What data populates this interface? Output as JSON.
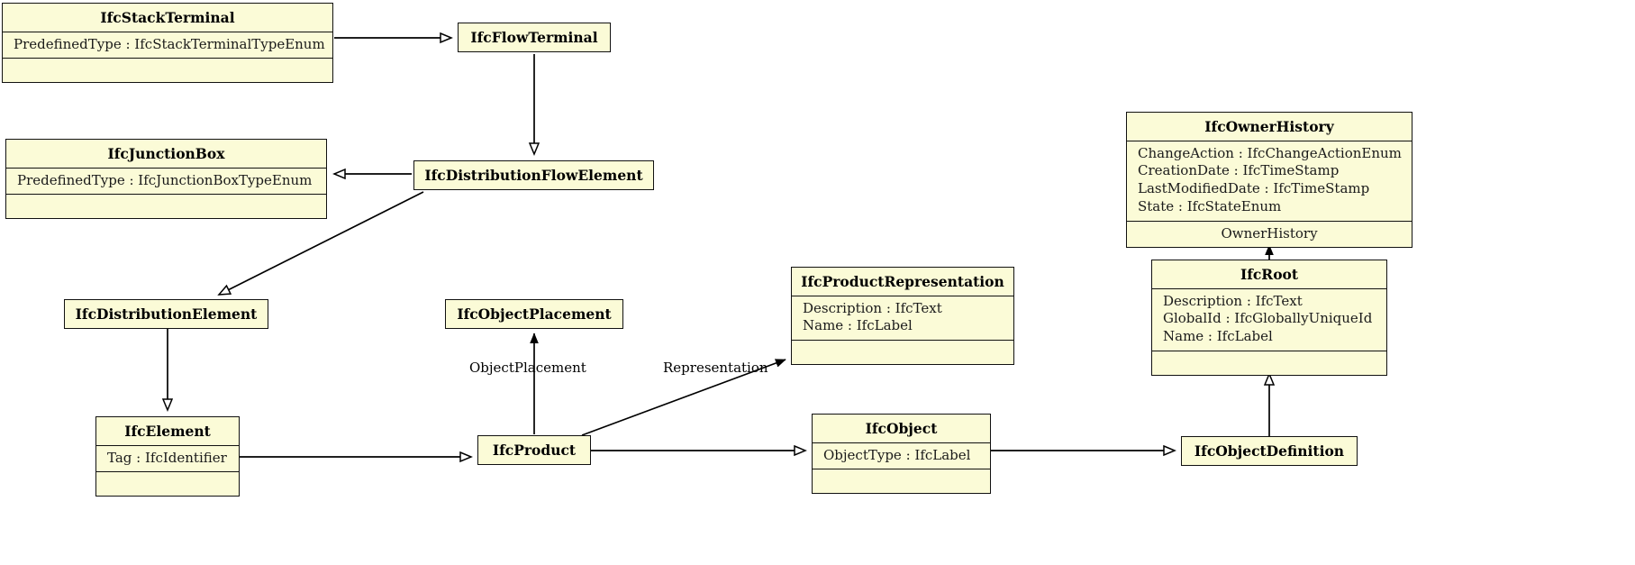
{
  "diagram": {
    "title": "IFC Distribution Element UML class diagram",
    "type": "uml-class-diagram",
    "colors": {
      "class_fill": "#FBFBD7",
      "class_border": "#111111",
      "edge": "#000000",
      "background": "#FFFFFF"
    }
  },
  "classes": [
    {
      "id": "IfcStackTerminal",
      "name": "IfcStackTerminal",
      "attributes": [
        "PredefinedType : IfcStackTerminalTypeEnum"
      ],
      "has_empty_compartment": true
    },
    {
      "id": "IfcFlowTerminal",
      "name": "IfcFlowTerminal",
      "attributes": [],
      "has_empty_compartment": false
    },
    {
      "id": "IfcJunctionBox",
      "name": "IfcJunctionBox",
      "attributes": [
        "PredefinedType : IfcJunctionBoxTypeEnum"
      ],
      "has_empty_compartment": true
    },
    {
      "id": "IfcDistributionFlowElement",
      "name": "IfcDistributionFlowElement",
      "attributes": [],
      "has_empty_compartment": false
    },
    {
      "id": "IfcOwnerHistory",
      "name": "IfcOwnerHistory",
      "attributes": [
        "ChangeAction : IfcChangeActionEnum",
        "CreationDate : IfcTimeStamp",
        "LastModifiedDate : IfcTimeStamp",
        "State : IfcStateEnum"
      ],
      "role_compartment": "OwnerHistory",
      "has_empty_compartment": false
    },
    {
      "id": "IfcRoot",
      "name": "IfcRoot",
      "attributes": [
        "Description : IfcText",
        "GlobalId : IfcGloballyUniqueId",
        "Name : IfcLabel"
      ],
      "has_empty_compartment": true
    },
    {
      "id": "IfcProductRepresentation",
      "name": "IfcProductRepresentation",
      "attributes": [
        "Description : IfcText",
        "Name : IfcLabel"
      ],
      "has_empty_compartment": true
    },
    {
      "id": "IfcObjectPlacement",
      "name": "IfcObjectPlacement",
      "attributes": [],
      "has_empty_compartment": false
    },
    {
      "id": "IfcDistributionElement",
      "name": "IfcDistributionElement",
      "attributes": [],
      "has_empty_compartment": false
    },
    {
      "id": "IfcElement",
      "name": "IfcElement",
      "attributes": [
        "Tag : IfcIdentifier"
      ],
      "has_empty_compartment": true
    },
    {
      "id": "IfcProduct",
      "name": "IfcProduct",
      "attributes": [],
      "has_empty_compartment": false
    },
    {
      "id": "IfcObject",
      "name": "IfcObject",
      "attributes": [
        "ObjectType : IfcLabel"
      ],
      "has_empty_compartment": true
    },
    {
      "id": "IfcObjectDefinition",
      "name": "IfcObjectDefinition",
      "attributes": [],
      "has_empty_compartment": false
    }
  ],
  "edge_labels": [
    {
      "id": "objectplacement-label",
      "text": "ObjectPlacement"
    },
    {
      "id": "representation-label",
      "text": "Representation"
    }
  ],
  "relationships": [
    {
      "from": "IfcStackTerminal",
      "to": "IfcFlowTerminal",
      "kind": "generalization"
    },
    {
      "from": "IfcFlowTerminal",
      "to": "IfcDistributionFlowElement",
      "kind": "generalization"
    },
    {
      "from": "IfcDistributionFlowElement",
      "to": "IfcJunctionBox",
      "kind": "generalization"
    },
    {
      "from": "IfcDistributionFlowElement",
      "to": "IfcDistributionElement",
      "kind": "generalization"
    },
    {
      "from": "IfcDistributionElement",
      "to": "IfcElement",
      "kind": "generalization"
    },
    {
      "from": "IfcElement",
      "to": "IfcProduct",
      "kind": "generalization"
    },
    {
      "from": "IfcProduct",
      "to": "IfcObjectPlacement",
      "kind": "association",
      "label": "ObjectPlacement"
    },
    {
      "from": "IfcProduct",
      "to": "IfcProductRepresentation",
      "kind": "association",
      "label": "Representation"
    },
    {
      "from": "IfcProduct",
      "to": "IfcObject",
      "kind": "generalization"
    },
    {
      "from": "IfcObject",
      "to": "IfcObjectDefinition",
      "kind": "generalization"
    },
    {
      "from": "IfcObjectDefinition",
      "to": "IfcRoot",
      "kind": "generalization"
    },
    {
      "from": "IfcRoot",
      "to": "IfcOwnerHistory",
      "kind": "association",
      "label": "OwnerHistory"
    }
  ]
}
